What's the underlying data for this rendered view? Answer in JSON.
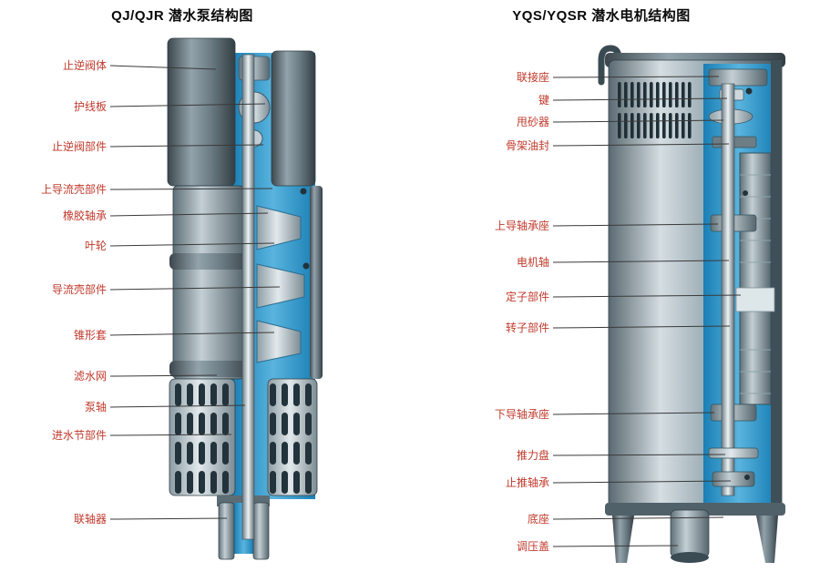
{
  "left_panel": {
    "title": "QJ/QJR 潜水泵结构图",
    "labels": [
      {
        "text": "止逆阀体"
      },
      {
        "text": "护线板"
      },
      {
        "text": "止逆阀部件"
      },
      {
        "text": "上导流壳部件"
      },
      {
        "text": "橡胶轴承"
      },
      {
        "text": "叶轮"
      },
      {
        "text": "导流壳部件"
      },
      {
        "text": "锥形套"
      },
      {
        "text": "滤水网"
      },
      {
        "text": "泵轴"
      },
      {
        "text": "进水节部件"
      },
      {
        "text": "联轴器"
      }
    ]
  },
  "right_panel": {
    "title": "YQS/YQSR 潜水电机结构图",
    "labels": [
      {
        "text": "联接座"
      },
      {
        "text": "键"
      },
      {
        "text": "甩砂器"
      },
      {
        "text": "骨架油封"
      },
      {
        "text": "上导轴承座"
      },
      {
        "text": "电机轴"
      },
      {
        "text": "定子部件"
      },
      {
        "text": "转子部件"
      },
      {
        "text": "下导轴承座"
      },
      {
        "text": "推力盘"
      },
      {
        "text": "止推轴承"
      },
      {
        "text": "底座"
      },
      {
        "text": "调压盖"
      }
    ]
  },
  "colors": {
    "label_red": "#c0392b",
    "steel_dark": "#3c474d",
    "steel_mid": "#c3cfd4",
    "steel_light": "#e2e9ec",
    "cutaway_blue": "#1a7fb5",
    "cutaway_blue_light": "#59b4de"
  }
}
